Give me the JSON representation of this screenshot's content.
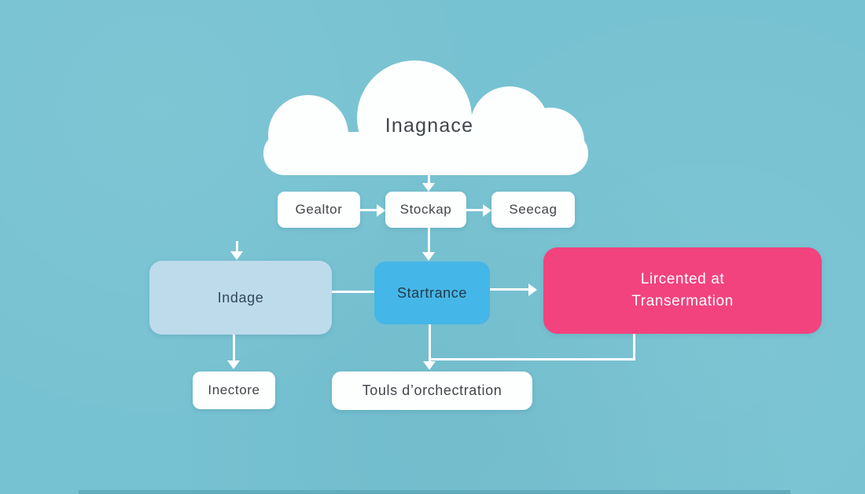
{
  "diagram": {
    "cloud": {
      "label": "Inagnace"
    },
    "top_row": [
      {
        "label": "Gealtor"
      },
      {
        "label": "Stockap"
      },
      {
        "label": "Seecag"
      }
    ],
    "mid_row": {
      "indage": {
        "label": "Indage"
      },
      "startrance": {
        "label": "Startrance"
      },
      "pink_box": {
        "line1": "Lircented at",
        "line2": "Transermation"
      }
    },
    "bottom_row": {
      "inectore": {
        "label": "Inectore"
      },
      "touls": {
        "label": "Touls d’orchectration"
      }
    },
    "colors": {
      "background": "#77c2d2",
      "cloud_fill": "#fdfefe",
      "box_white": "#fdfefe",
      "box_light_blue": "#bedbec",
      "box_blue": "#45b6e8",
      "box_pink": "#f2437e",
      "text_dark": "#41464a",
      "text_on_blue": "#243b4c",
      "text_on_light_blue": "#31485a",
      "text_on_pink": "#ffffff",
      "connector": "#ffffff",
      "bottom_strip": "#5da9ba"
    }
  }
}
